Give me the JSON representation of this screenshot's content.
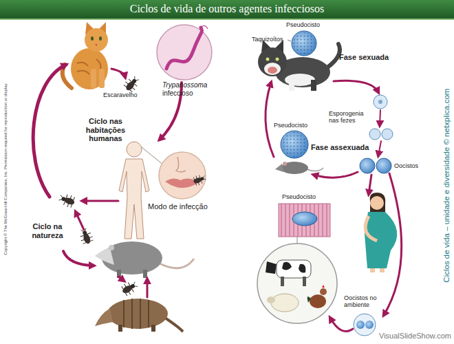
{
  "diagram": {
    "title": "Ciclos de vida de outros agentes infecciosos",
    "labels": [
      "Escaravelho",
      "Trypanossoma infeccioso",
      "Ciclo nas habitações humanas",
      "Modo de infecção",
      "Ciclo na natureza",
      "Pseudocisto",
      "Taquizoítos",
      "Fase sexuada",
      "Esporogenia nas fezes",
      "Pseudocisto",
      "Fase assexuada",
      "Oocistos",
      "Pseudocisto",
      "Oocistos no ambiente",
      "Copyright © The McGraw-Hill Companies, Inc. Permission required for reproduction or display.",
      "Ciclos de vida – unidade e diversidade © netxplica.com",
      "VisualSlideShow.com"
    ]
  }
}
